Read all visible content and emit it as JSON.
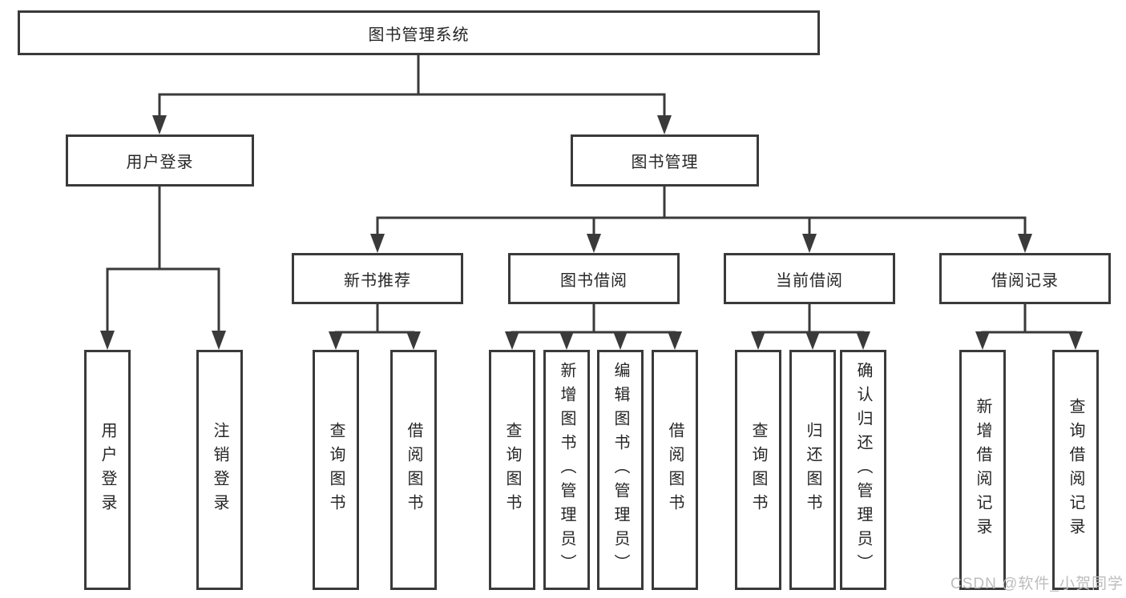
{
  "diagram": {
    "root": {
      "label": "图书管理系统"
    },
    "level2": [
      {
        "label": "用户登录"
      },
      {
        "label": "图书管理"
      }
    ],
    "level3": [
      {
        "label": "新书推荐"
      },
      {
        "label": "图书借阅"
      },
      {
        "label": "当前借阅"
      },
      {
        "label": "借阅记录"
      }
    ],
    "leaves": {
      "user_login": [
        "用户登录",
        "注销登录"
      ],
      "new_book_recommend": [
        "查询图书",
        "借阅图书"
      ],
      "book_borrowing": [
        "查询图书",
        "新增图书（管理员）",
        "编辑图书（管理员）",
        "借阅图书"
      ],
      "current_borrowing": [
        "查询图书",
        "归还图书",
        "确认归还（管理员）"
      ],
      "borrowing_records": [
        "新增借阅记录",
        "查询借阅记录"
      ]
    },
    "colors": {
      "line": "#3a3a3a",
      "text": "#262626",
      "watermark": "#bdbdbd",
      "background": "#ffffff"
    },
    "watermark": "CSDN @软件_小贺同学"
  }
}
